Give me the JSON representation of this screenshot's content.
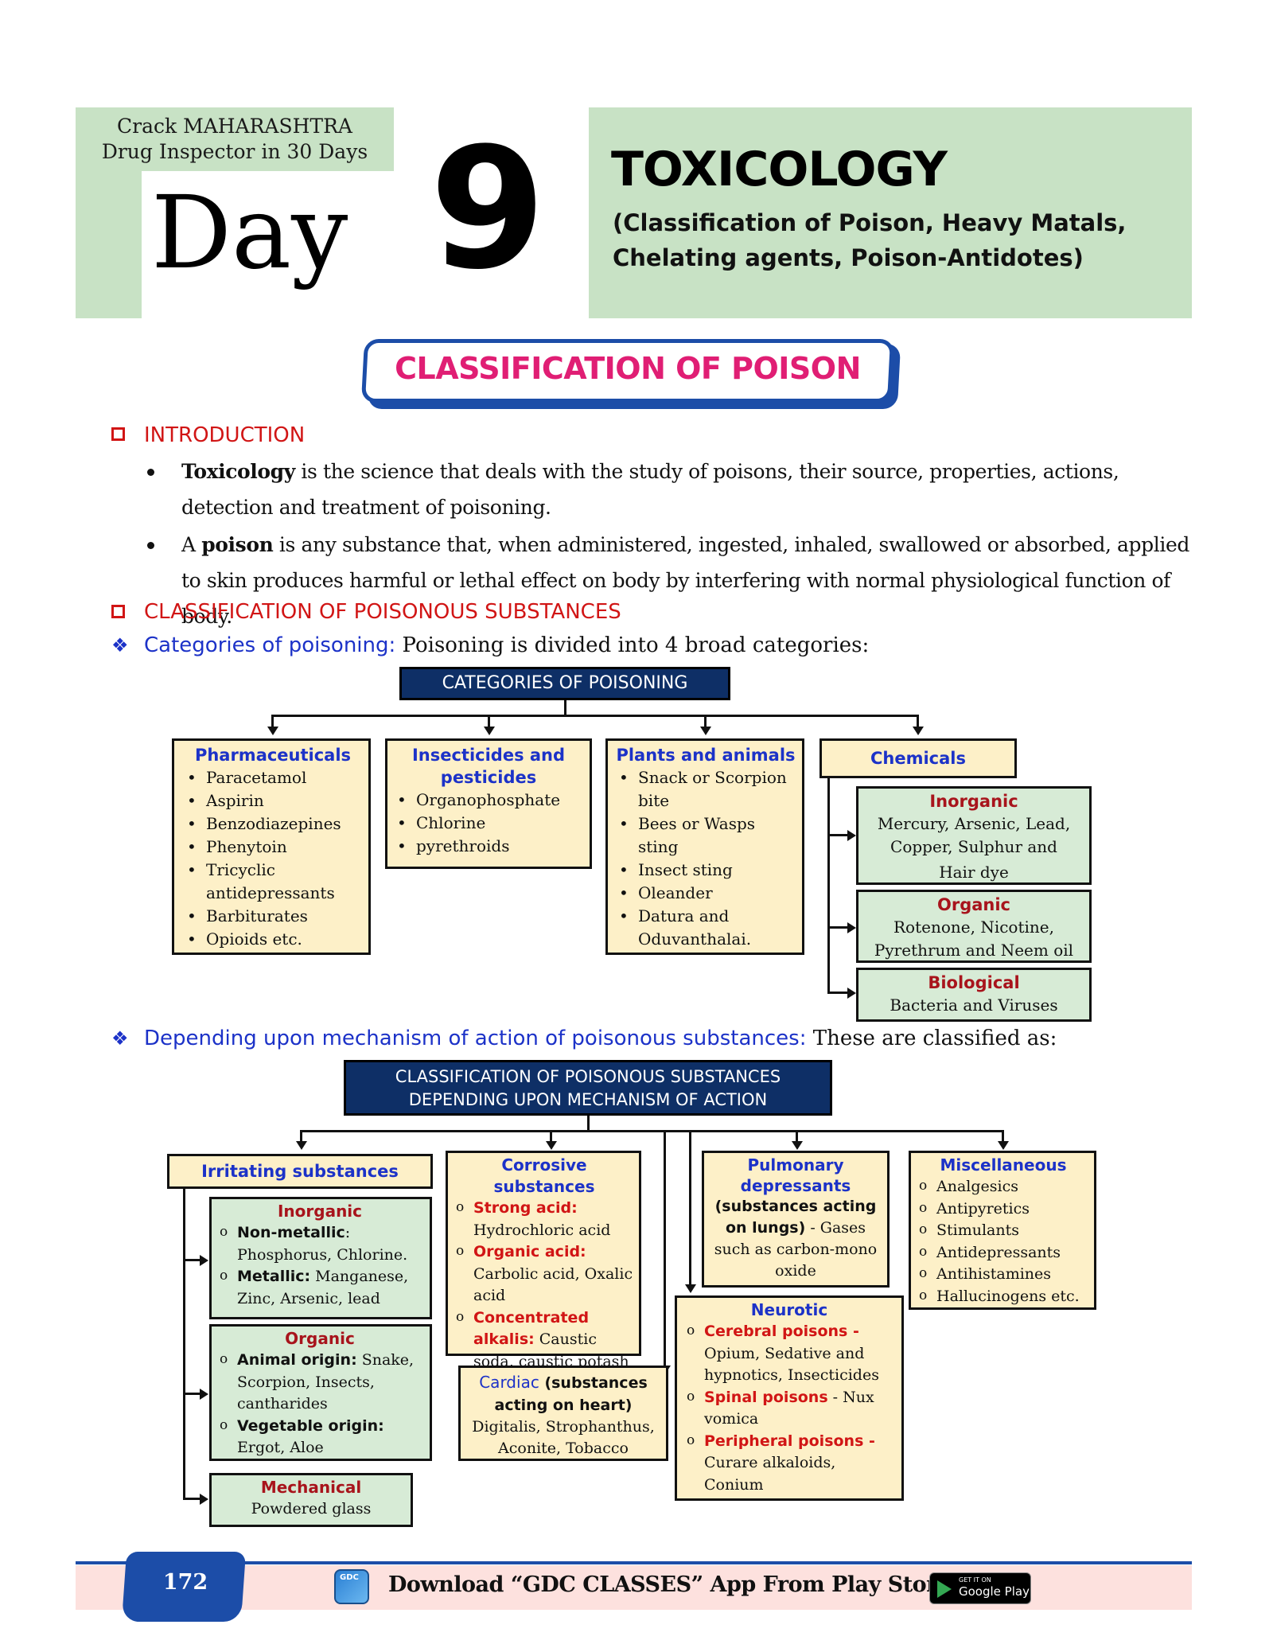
{
  "header": {
    "crack_line1": "Crack MAHARASHTRA",
    "crack_line2": "Drug Inspector in 30 Days",
    "day_word": "Day",
    "day_number": "9",
    "title": "TOXICOLOGY",
    "subtitle_line1": "(Classification of Poison, Heavy Matals,",
    "subtitle_line2": "Chelating agents, Poison-Antidotes)"
  },
  "banner": {
    "title": "CLASSIFICATION OF POISON"
  },
  "intro": {
    "heading": "INTRODUCTION",
    "b1_bold": "Toxicology",
    "b1_text": " is the science that deals with the study of poisons, their source, properties, actions, detection and treatment of poisoning.",
    "b2_pre": "A ",
    "b2_bold": "poison",
    "b2_text": " is any substance that, when administered, ingested, inhaled, swallowed or absorbed, applied to skin produces harmful or lethal effect on body by interfering with normal physiological function of  body."
  },
  "classification": {
    "heading": "CLASSIFICATION  OF  POISONOUS  SUBSTANCES",
    "categories_label": "Categories of poisoning:",
    "categories_tail": " Poisoning is divided into 4 broad categories:",
    "mechanism_label": "Depending upon mechanism of action of poisonous substances:",
    "mechanism_tail": " These are classified as:"
  },
  "diagram1": {
    "root": "CATEGORIES OF POISONING",
    "pharma": {
      "title": "Pharmaceuticals",
      "items": [
        "Paracetamol",
        "Aspirin",
        "Benzodiazepines",
        "Phenytoin",
        "Tricyclic antidepressants",
        "Barbiturates",
        "Opioids etc."
      ]
    },
    "insecticides": {
      "title_line1": "Insecticides and",
      "title_line2": "pesticides",
      "items": [
        "Organophosphate",
        "Chlorine",
        "pyrethroids"
      ]
    },
    "plants": {
      "title": "Plants and animals",
      "items": [
        "Snack or Scorpion bite",
        "Bees or Wasps sting",
        "Insect sting",
        "Oleander",
        "Datura and Oduvanthalai."
      ]
    },
    "chemicals": {
      "title": "Chemicals"
    },
    "inorganic": {
      "title": "Inorganic",
      "text_line1": "Mercury, Arsenic, Lead,",
      "text_line2": "Copper, Sulphur and",
      "text_line3": "Hair dye"
    },
    "organic": {
      "title": "Organic",
      "text_line1": "Rotenone, Nicotine,",
      "text_line2": "Pyrethrum and Neem oil"
    },
    "biological": {
      "title": "Biological",
      "text": "Bacteria and Viruses"
    }
  },
  "diagram2": {
    "root_line1": "CLASSIFICATION OF POISONOUS SUBSTANCES",
    "root_line2": "DEPENDING UPON MECHANISM OF ACTION",
    "irritating": {
      "title": "Irritating substances"
    },
    "irr_inorganic": {
      "title": "Inorganic",
      "i1_label": "Non-metallic",
      "i1_text": ": Phosphorus, Chlorine.",
      "i2_label": "Metallic:",
      "i2_text": " Manganese, Zinc, Arsenic, lead"
    },
    "irr_organic": {
      "title": "Organic",
      "i1_label": "Animal origin:",
      "i1_text": " Snake, Scorpion, Insects, cantharides",
      "i2_label": "Vegetable origin:",
      "i2_text": " Ergot, Aloe"
    },
    "mechanical": {
      "title": "Mechanical",
      "text": "Powdered glass"
    },
    "corrosive": {
      "title": "Corrosive substances",
      "i1_label": "Strong acid:",
      "i1_text": "Hydrochloric acid",
      "i2_label": "Organic acid:",
      "i2_text": "Carbolic acid, Oxalic acid",
      "i3_label": "Concentrated alkalis:",
      "i3_text": " Caustic soda, caustic potash"
    },
    "cardiac": {
      "title": "Cardiac",
      "title_tail": " (substances acting on heart)",
      "text": "Digitalis, Strophanthus, Aconite, Tobacco"
    },
    "pulmonary": {
      "title_line1": "Pulmonary",
      "title_line2": "depressants",
      "bold": "(substances acting on lungs)",
      "text": " - Gases such as carbon-mono oxide"
    },
    "neurotic": {
      "title": "Neurotic",
      "i1_label": "Cerebral poisons -",
      "i1_text": " Opium, Sedative and hypnotics, Insecticides",
      "i2_label": "Spinal poisons",
      "i2_text": " - Nux vomica",
      "i3_label": "Peripheral poisons -",
      "i3_text": " Curare alkaloids, Conium"
    },
    "misc": {
      "title": "Miscellaneous",
      "items": [
        "Analgesics",
        "Antipyretics",
        "Stimulants",
        "Antidepressants",
        "Antihistamines",
        "Hallucinogens etc."
      ]
    }
  },
  "footer": {
    "page_number": "172",
    "app_icon_text": "GDC",
    "download_text": "Download “GDC CLASSES” App From Play Store",
    "gp_small": "GET IT ON",
    "gp_big": "Google Play"
  },
  "colors": {
    "green_panel": "#c8e2c5",
    "banner_blue": "#1c4da8",
    "banner_pink": "#e01e74",
    "heading_red": "#d11515",
    "heading_blue": "#1c32c8",
    "navy_box": "#0e2f66",
    "yellow_box": "#fdf0c8",
    "green_box": "#d7ebd6"
  }
}
